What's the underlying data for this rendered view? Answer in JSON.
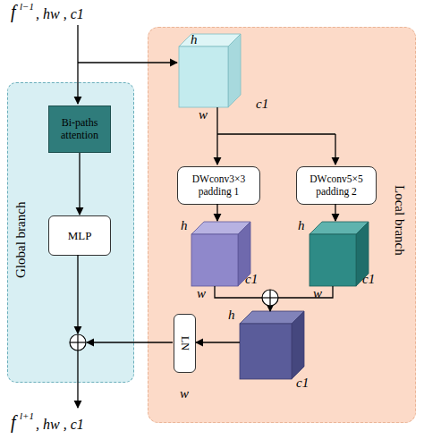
{
  "diagram": {
    "nodes": [
      {
        "text": [
          "Global branch"
        ]
      },
      {
        "text": [
          "Bi-paths attention"
        ],
        "in": 0
      },
      {
        "text": [
          "MLP"
        ],
        "in": 0
      },
      {
        "text": [
          "Local branch"
        ]
      },
      {
        "text": [
          "DWconv3×3 padding 1"
        ],
        "in": 3
      },
      {
        "text": [
          "DWconv5×5 padding 2"
        ],
        "in": 3
      },
      {
        "text": [
          "LN"
        ],
        "in": 3
      }
    ],
    "edges": [
      {
        "from": 1,
        "to": 2,
        "arrow": "to"
      }
    ],
    "labels": [
      "f",
      "l−1",
      ", hw , c1",
      "h",
      "w",
      "c1",
      "h",
      "w",
      "c1",
      "h",
      "w",
      "c1",
      "h",
      "w",
      "c1",
      "f",
      "l+1",
      ", hw , c1"
    ]
  }
}
